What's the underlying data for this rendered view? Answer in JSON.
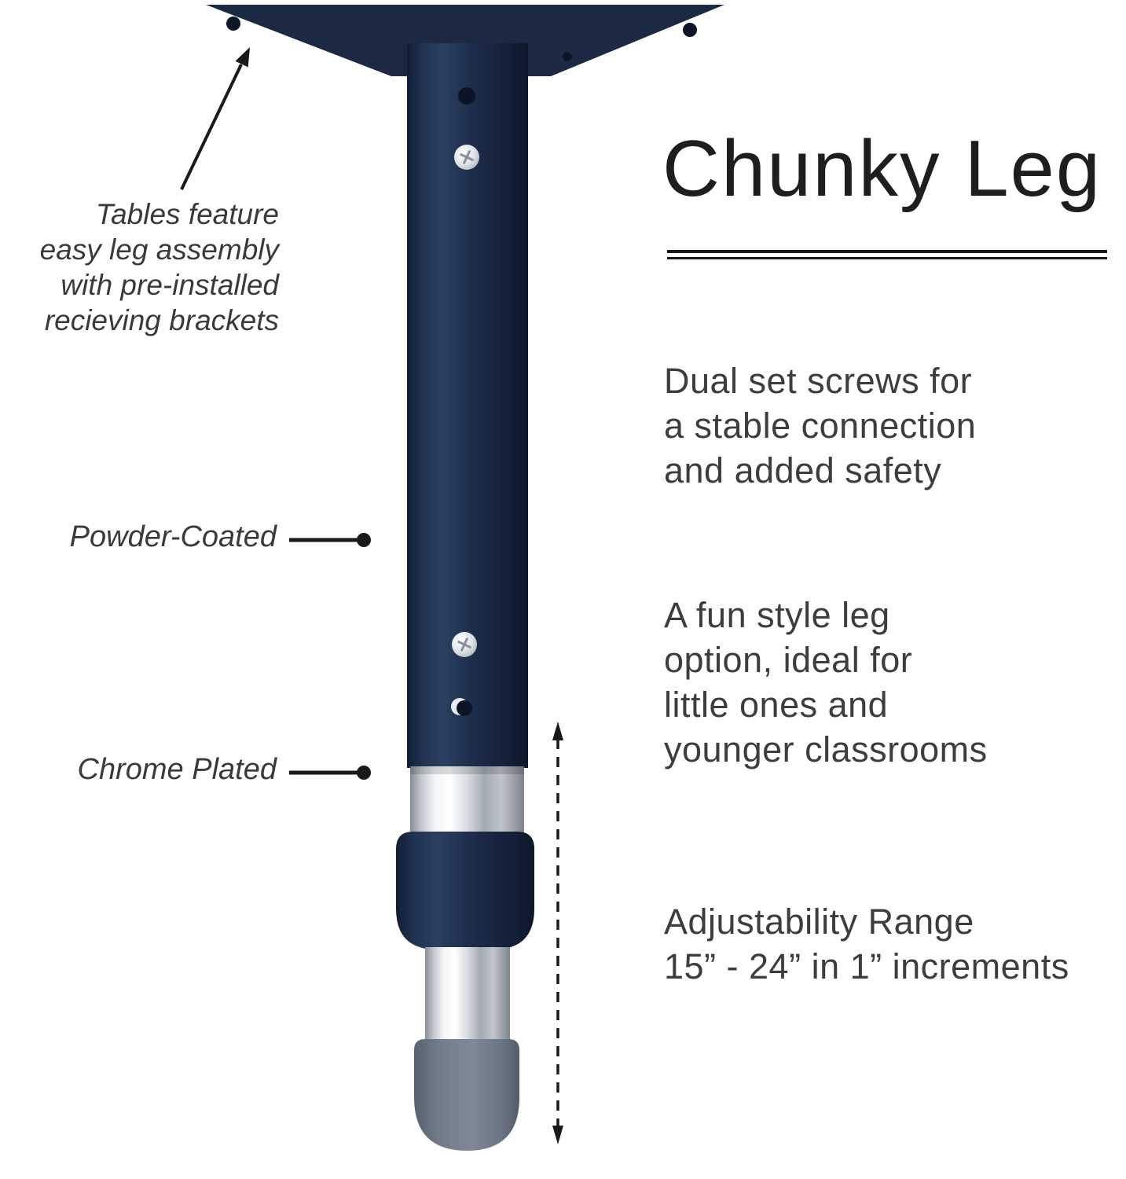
{
  "title": "Chunky Leg",
  "left_annotations": {
    "assembly_note": "Tables feature\neasy leg assembly\nwith pre-installed\nrecieving brackets",
    "powder_coated_label": "Powder-Coated",
    "chrome_plated_label": "Chrome Plated"
  },
  "features": {
    "dual_set_screws": "Dual set screws for\na stable connection\nand added safety",
    "fun_style": "A fun style leg\noption, ideal for\nlittle ones and\nyounger classrooms",
    "adjustability": "Adjustability Range\n15” - 24” in 1” increments"
  },
  "illustration": {
    "colors": {
      "navy": "#1b2a47",
      "chrome": "#d9dde2",
      "foot_gray": "#6d7787",
      "line_black": "#1a1a1a",
      "text_dark": "#3d3d3d"
    }
  }
}
